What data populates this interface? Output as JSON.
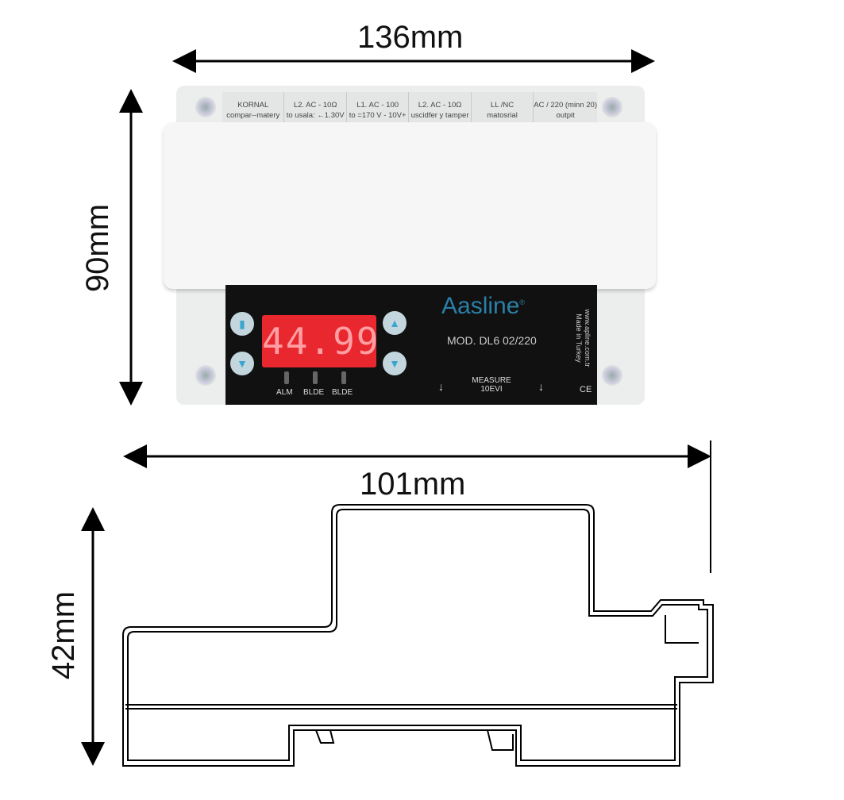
{
  "dimensions": {
    "width_top": "136mm",
    "height_front": "90mm",
    "depth": "101mm",
    "height_side": "42mm"
  },
  "device": {
    "terminal_labels": [
      {
        "line1": "KORNAL",
        "line2": "compar--matery"
      },
      {
        "line1": "L2.  AC - 10Ω",
        "line2": "to usala: ←1.30V"
      },
      {
        "line1": "L1.  AC - 100",
        "line2": "to =170 V - 10V+"
      },
      {
        "line1": "L2.  AC - 10Ω",
        "line2": "uscidfer y tamper"
      },
      {
        "line1": "LL /NC",
        "line2": "matosrial"
      },
      {
        "line1": "AC / 220 (minn 20)",
        "line2": "outpit"
      }
    ],
    "display_value": "44.99",
    "led_labels": [
      "ALM",
      "BLDE",
      "BLDE"
    ],
    "brand": "Aasline",
    "registered": "®",
    "model": "MOD. DL6 02/220",
    "measure": "MEASURE",
    "measure_sub": "10ΕVI",
    "website": "www.apline.com.tr",
    "made_in": "Made in Turkey",
    "ce_mark": "CE",
    "accent_color": "#2a7fa8",
    "display_color": "#e8282e"
  }
}
